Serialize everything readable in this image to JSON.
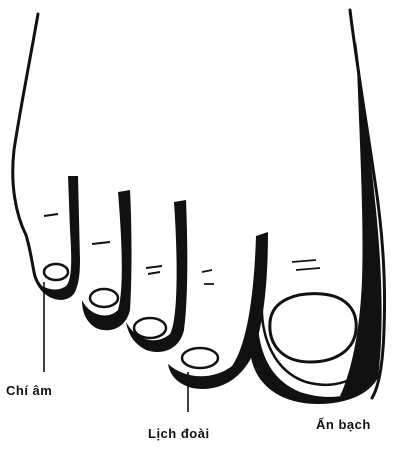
{
  "labels": {
    "chi_am": "Chí âm",
    "lich_doai": "Lịch đoài",
    "an_bach": "Ấn bạch"
  },
  "colors": {
    "ink": "#111111",
    "background": "#ffffff"
  }
}
